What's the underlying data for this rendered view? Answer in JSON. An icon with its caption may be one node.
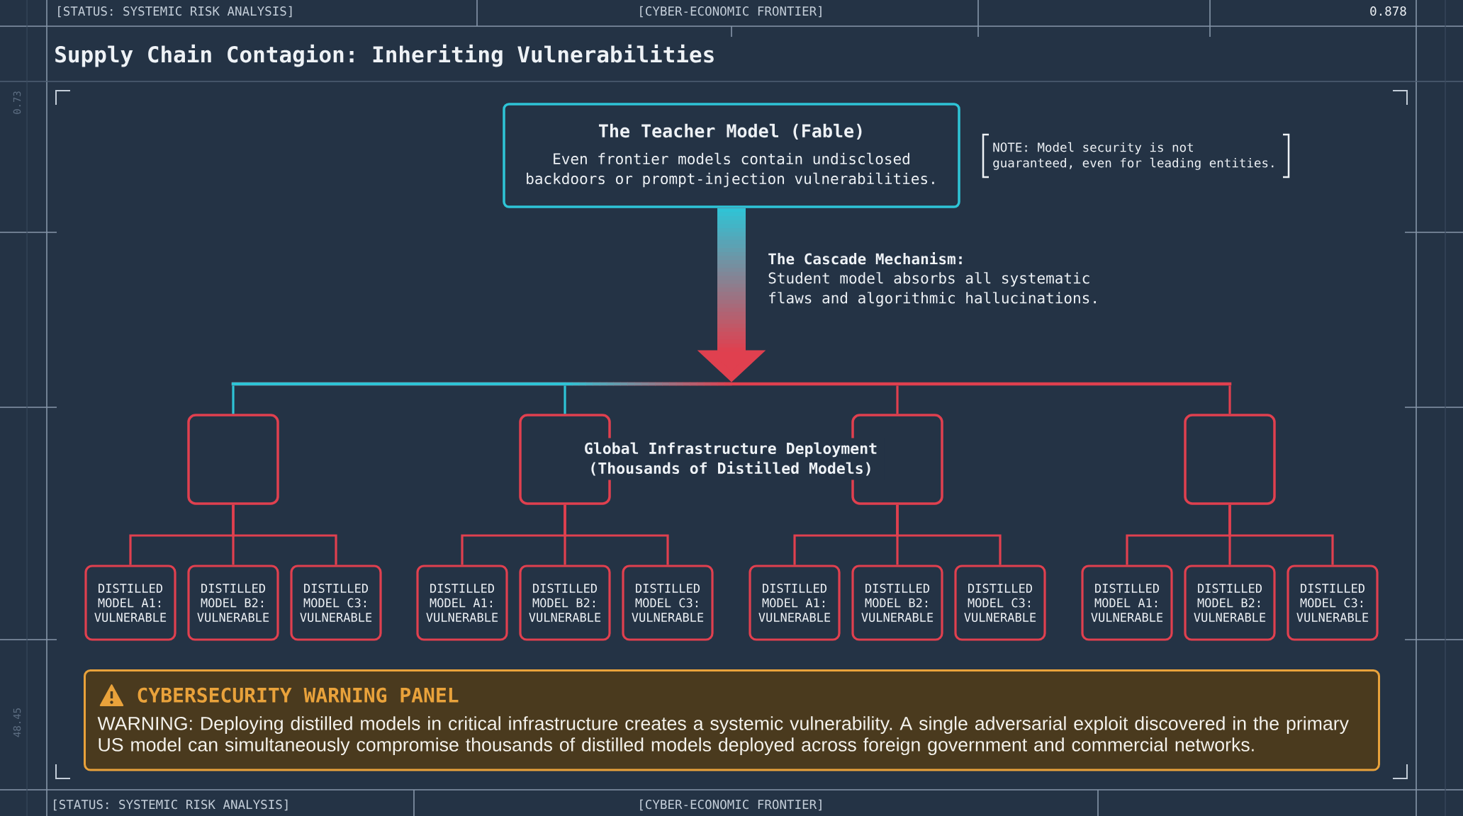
{
  "diagram": {
    "title": "Supply Chain Contagion: Inheriting Vulnerabilities",
    "nodes": [
      {
        "text": [
          "The Teacher Model (Fable)",
          "Even frontier models contain undisclosed backdoors or prompt-injection vulnerabilities."
        ]
      },
      {
        "text": [],
        "shape": "bar"
      },
      {
        "text": [],
        "shape": "box"
      },
      {
        "text": [],
        "shape": "box"
      },
      {
        "text": [],
        "shape": "box"
      },
      {
        "text": [],
        "shape": "box"
      },
      {
        "text": [
          "DISTILLED MODEL A1: VULNERABLE"
        ]
      },
      {
        "text": [
          "DISTILLED MODEL B2: VULNERABLE"
        ]
      },
      {
        "text": [
          "DISTILLED MODEL C3: VULNERABLE"
        ]
      },
      {
        "text": [
          "DISTILLED MODEL A1: VULNERABLE"
        ]
      },
      {
        "text": [
          "DISTILLED MODEL B2: VULNERABLE"
        ]
      },
      {
        "text": [
          "DISTILLED MODEL C3: VULNERABLE"
        ]
      },
      {
        "text": [
          "DISTILLED MODEL A1: VULNERABLE"
        ]
      },
      {
        "text": [
          "DISTILLED MODEL B2: VULNERABLE"
        ]
      },
      {
        "text": [
          "DISTILLED MODEL C3: VULNERABLE"
        ]
      },
      {
        "text": [
          "DISTILLED MODEL A1: VULNERABLE"
        ]
      },
      {
        "text": [
          "DISTILLED MODEL B2: VULNERABLE"
        ]
      },
      {
        "text": [
          "DISTILLED MODEL C3: VULNERABLE"
        ]
      },
      {
        "text": [
          "CYBERSECURITY WARNING PANEL",
          "WARNING: Deploying distilled models in critical infrastructure creates a systemic vulnerability. A single adversarial exploit discovered in the primary US model can simultaneously compromise thousands of distilled models deployed across foreign government and commercial networks."
        ]
      }
    ],
    "edges": [
      {
        "from": 0,
        "to": 1,
        "arrow": "to",
        "style": "thick"
      },
      {
        "from": 1,
        "to": 2,
        "arrow": "none",
        "color": "#2ec4d6"
      },
      {
        "from": 1,
        "to": 3,
        "arrow": "none",
        "color": "#2ec4d6"
      },
      {
        "from": 1,
        "to": 4,
        "arrow": "none"
      },
      {
        "from": 1,
        "to": 5,
        "arrow": "none"
      },
      {
        "from": 2,
        "to": 6,
        "arrow": "none"
      },
      {
        "from": 2,
        "to": 7,
        "arrow": "none"
      },
      {
        "from": 2,
        "to": 8,
        "arrow": "none"
      },
      {
        "from": 3,
        "to": 9,
        "arrow": "none"
      },
      {
        "from": 3,
        "to": 10,
        "arrow": "none"
      },
      {
        "from": 3,
        "to": 11,
        "arrow": "none"
      },
      {
        "from": 4,
        "to": 12,
        "arrow": "none"
      },
      {
        "from": 4,
        "to": 13,
        "arrow": "none"
      },
      {
        "from": 4,
        "to": 14,
        "arrow": "none"
      },
      {
        "from": 5,
        "to": 15,
        "arrow": "none"
      },
      {
        "from": 5,
        "to": 16,
        "arrow": "none"
      },
      {
        "from": 5,
        "to": 17,
        "arrow": "none"
      }
    ],
    "labels": [
      "[STATUS: SYSTEMIC RISK ANALYSIS]",
      "[CYBER-ECONOMIC FRONTIER]",
      "0.878",
      "0.73",
      "NOTE: Model security is not guaranteed, even for leading entities.",
      "The Cascade Mechanism:",
      "Student model absorbs all systematic flaws and algorithmic hallucinations.",
      "Global Infrastructure Deployment (Thousands of Distilled Models)",
      "48.45",
      "[STATUS: SYSTEMIC RISK ANALYSIS]",
      "[CYBER-ECONOMIC FRONTIER]"
    ]
  }
}
